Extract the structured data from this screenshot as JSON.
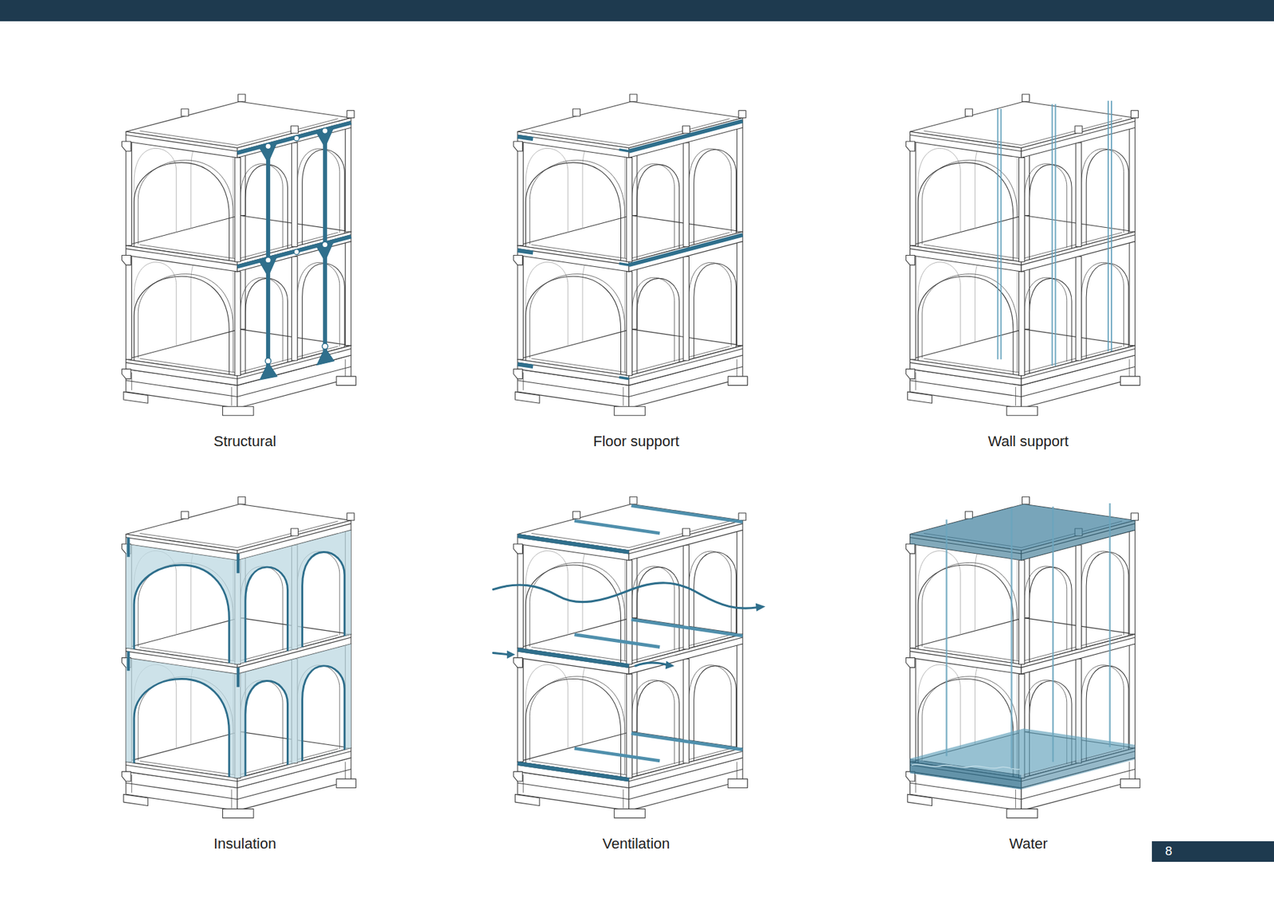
{
  "diagram": {
    "labels": [
      "Structural",
      "Floor support",
      "Wall support",
      "Insulation",
      "Ventilation",
      "Water",
      "8"
    ]
  }
}
